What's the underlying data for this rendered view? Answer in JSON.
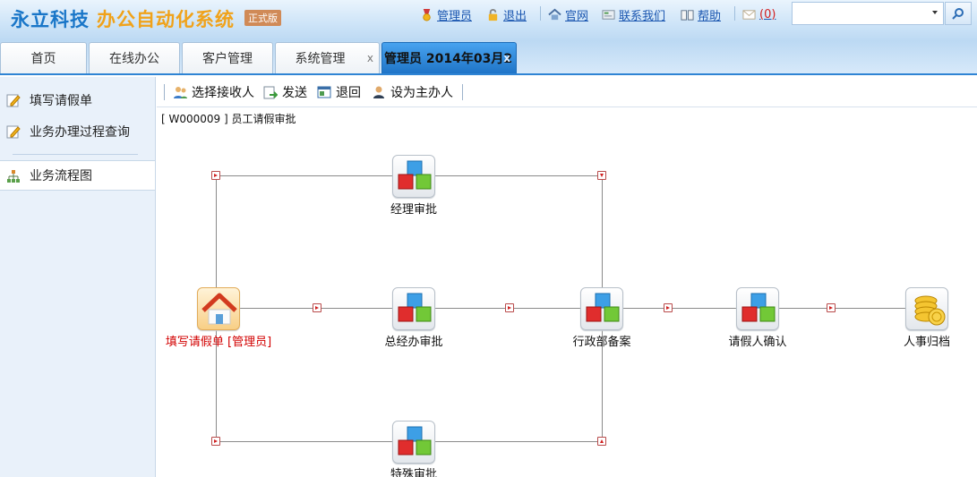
{
  "header": {
    "brand_part1": "永立科技",
    "brand_part2": "办公自动化系统",
    "edition_badge": "正式版",
    "user_link": "管理员",
    "logout_link": "退出",
    "website_link": "官网",
    "contact_link": "联系我们",
    "help_link": "帮助",
    "message_count": "(0)",
    "search_value": ""
  },
  "tabs": [
    {
      "label": "首页",
      "closable": false,
      "active": false
    },
    {
      "label": "在线办公",
      "closable": false,
      "active": false
    },
    {
      "label": "客户管理",
      "closable": false,
      "active": false
    },
    {
      "label": "系统管理",
      "closable": true,
      "active": false
    },
    {
      "label": "管理员 2014年03月2",
      "closable": true,
      "active": true
    }
  ],
  "tab_close_glyph": "x",
  "sidebar": {
    "items": [
      {
        "label": "填写请假单",
        "icon": "edit-icon"
      },
      {
        "label": "业务办理过程查询",
        "icon": "edit-icon"
      },
      {
        "label": "业务流程图",
        "icon": "org-chart-icon",
        "active": true
      }
    ]
  },
  "toolbar": {
    "select_recipient": "选择接收人",
    "send": "发送",
    "return": "退回",
    "set_owner": "设为主办人"
  },
  "doc_caption": "[ W000009 ] 员工请假审批",
  "flow": {
    "nodes": [
      {
        "id": "start",
        "label": "填写请假单 [管理员]",
        "icon": "home-icon"
      },
      {
        "id": "manager",
        "label": "经理审批",
        "icon": "cubes-icon"
      },
      {
        "id": "gm",
        "label": "总经办审批",
        "icon": "cubes-icon"
      },
      {
        "id": "special",
        "label": "特殊审批",
        "icon": "cubes-icon"
      },
      {
        "id": "admin",
        "label": "行政部备案",
        "icon": "cubes-icon"
      },
      {
        "id": "confirm",
        "label": "请假人确认",
        "icon": "cubes-icon"
      },
      {
        "id": "hr",
        "label": "人事归档",
        "icon": "coins-icon"
      }
    ]
  },
  "colors": {
    "brand_blue": "#1976c8",
    "brand_orange": "#f0a21a",
    "active_tab": "#2f84d4",
    "start_label": "#d20000",
    "link": "#1a56b0"
  }
}
